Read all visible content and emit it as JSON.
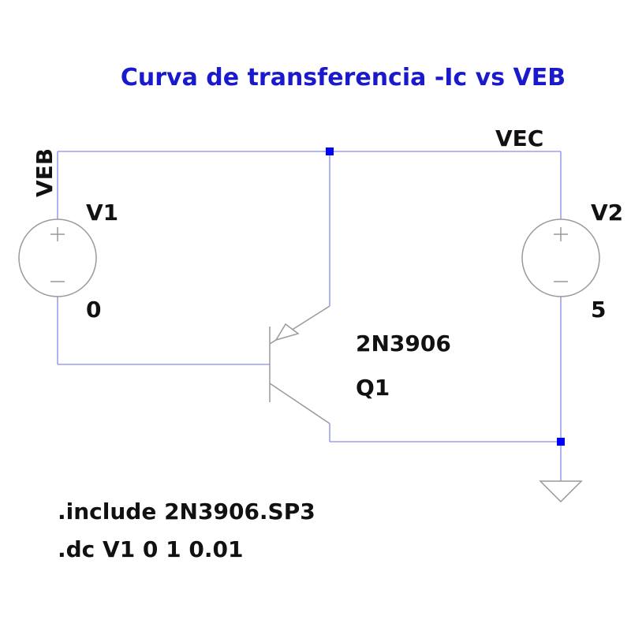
{
  "title": "Curva de transferencia -Ic vs VEB",
  "nets": {
    "left": "VEB",
    "right": "VEC"
  },
  "sources": [
    {
      "name": "V1",
      "value": "0"
    },
    {
      "name": "V2",
      "value": "5"
    }
  ],
  "transistor": {
    "model": "2N3906",
    "name": "Q1"
  },
  "directives": [
    ".include 2N3906.SP3",
    ".dc V1 0 1 0.01"
  ],
  "colors": {
    "wire": "#9aa1e8",
    "node": "#0000ff",
    "title": "#1a1acc",
    "symbol": "#9a9a9a",
    "text": "#111111"
  }
}
